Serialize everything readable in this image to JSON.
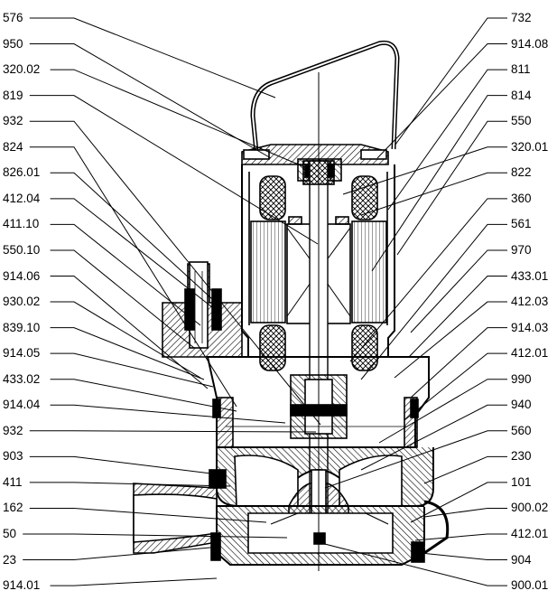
{
  "left_labels": [
    "576",
    "950",
    "320.02",
    "819",
    "932",
    "824",
    "826.01",
    "412.04",
    "411.10",
    "550.10",
    "914.06",
    "930.02",
    "839.10",
    "914.05",
    "433.02",
    "914.04",
    "932",
    "903",
    "411",
    "162",
    "50",
    "23",
    "914.01"
  ],
  "right_labels": [
    "732",
    "914.08",
    "811",
    "814",
    "550",
    "320.01",
    "822",
    "360",
    "561",
    "970",
    "433.01",
    "412.03",
    "914.03",
    "412.01",
    "990",
    "940",
    "560",
    "230",
    "101",
    "900.02",
    "412.01",
    "904",
    "900.01"
  ],
  "colors": {
    "line": "#000000",
    "background": "#ffffff"
  }
}
